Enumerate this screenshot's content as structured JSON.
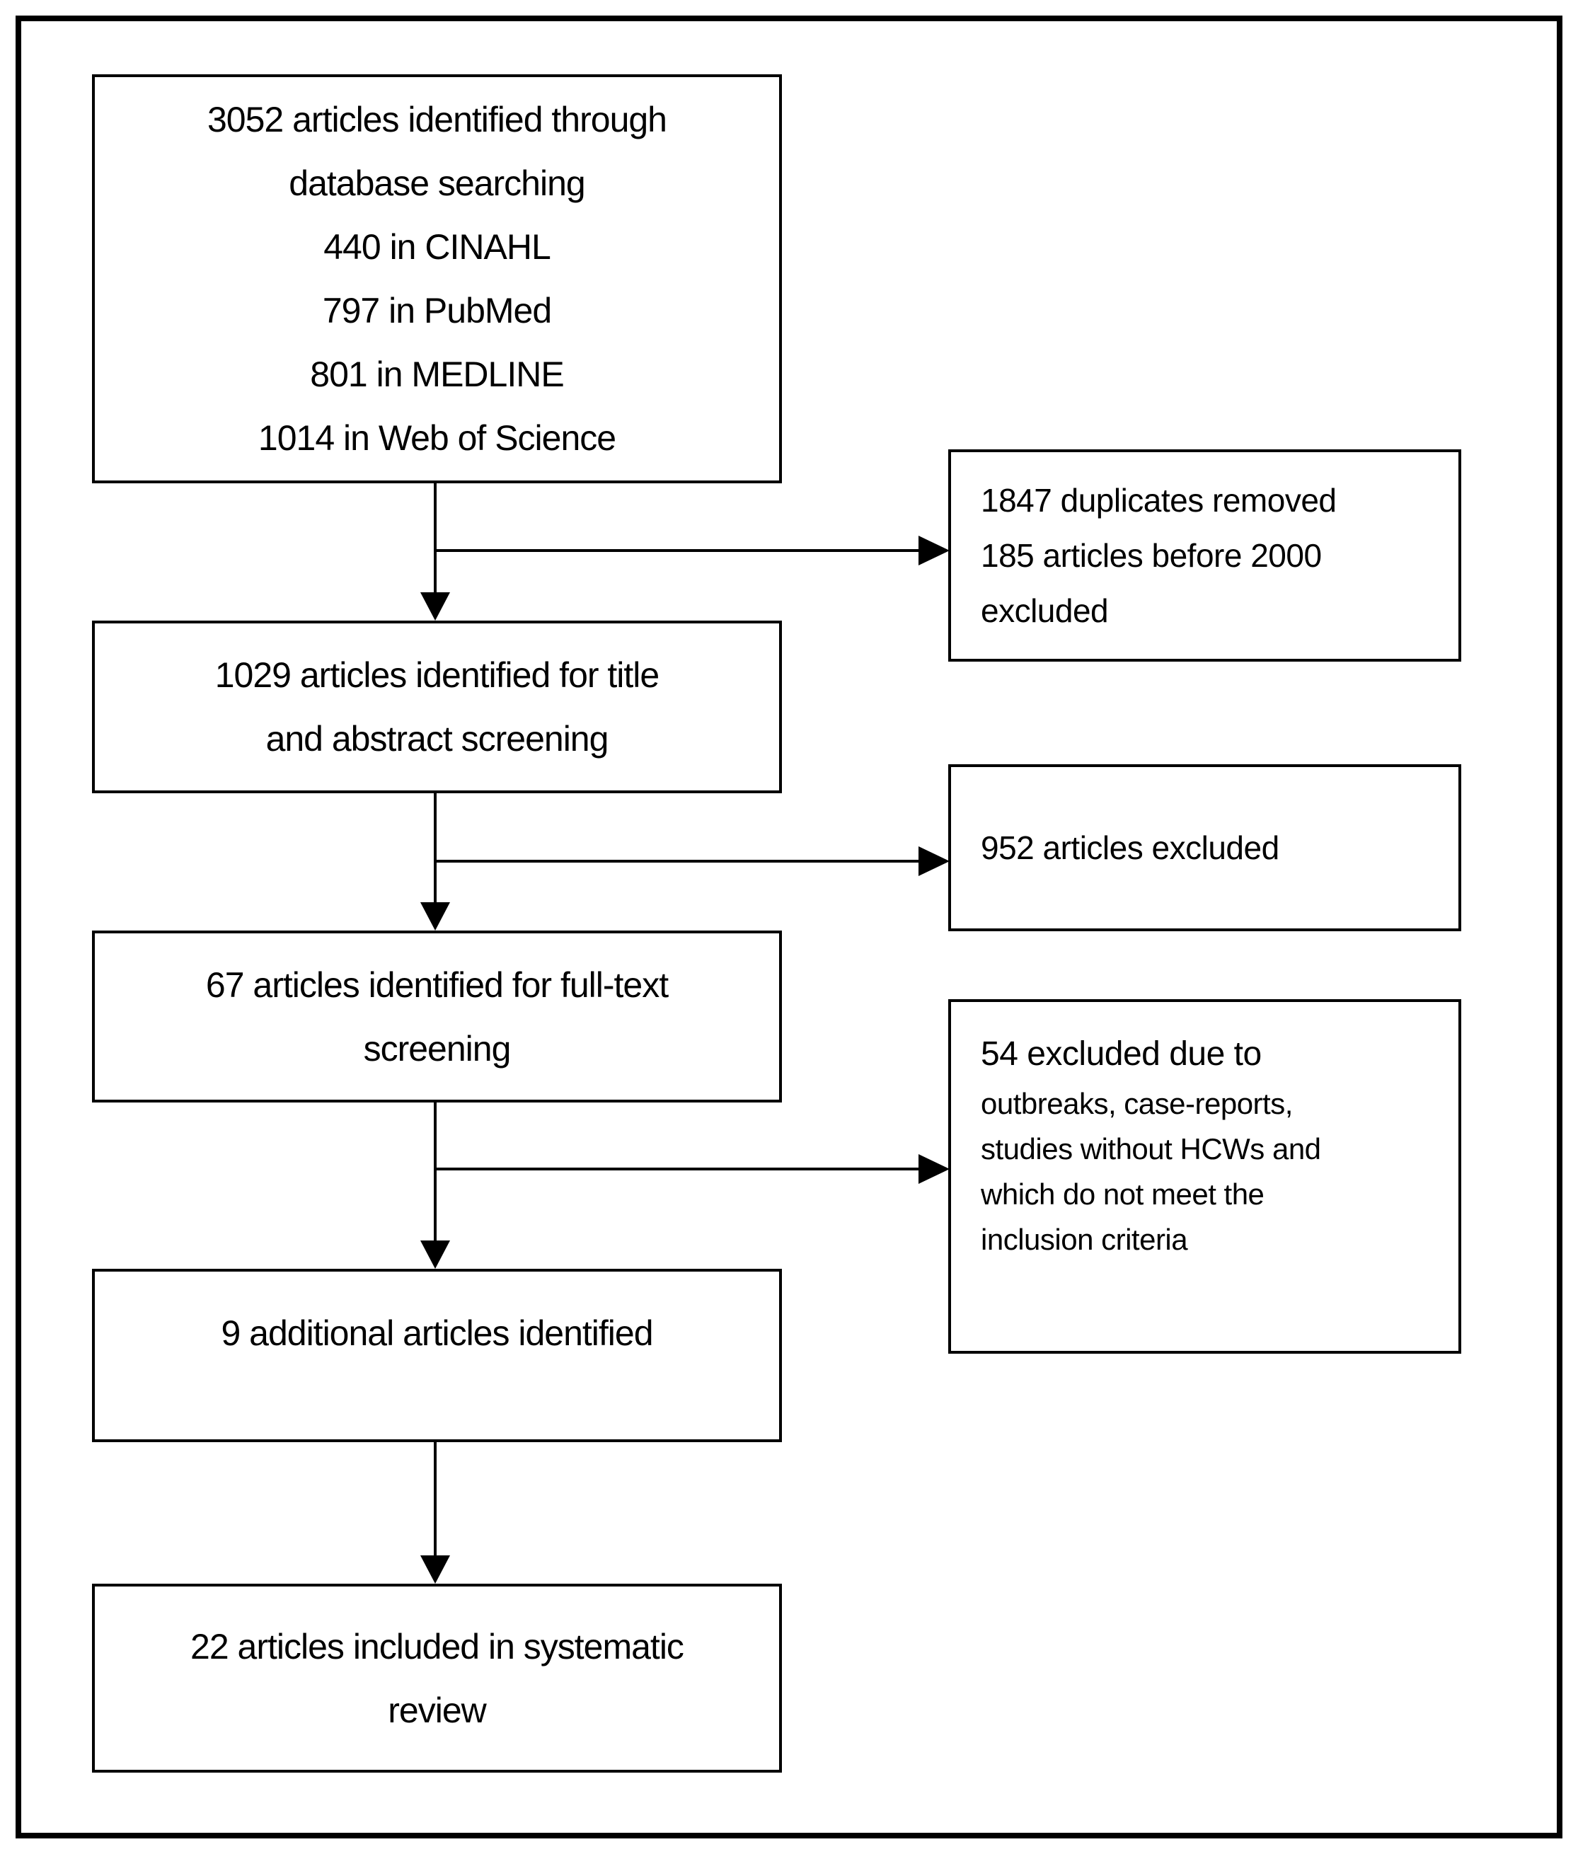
{
  "colors": {
    "border": "#000000",
    "text": "#000000",
    "background": "#ffffff"
  },
  "boxes": {
    "identification": {
      "lines": [
        "3052 articles identified through",
        "database searching",
        "440 in CINAHL",
        "797 in PubMed",
        "801 in MEDLINE",
        "1014 in Web of Science"
      ]
    },
    "duplicates_removed": {
      "lines": [
        "1847 duplicates removed",
        "185 articles before 2000",
        "excluded"
      ]
    },
    "title_abstract_screening": {
      "lines": [
        "1029 articles identified for title",
        "and abstract screening"
      ]
    },
    "articles_excluded": {
      "lines": [
        "952 articles excluded"
      ]
    },
    "full_text_screening": {
      "lines": [
        "67 articles identified for full-text",
        "screening"
      ]
    },
    "full_text_excluded": {
      "lead": "54 excluded due to",
      "lines": [
        "outbreaks, case-reports,",
        "studies without HCWs and",
        "which do not meet the",
        "inclusion criteria"
      ]
    },
    "additional_articles": {
      "lines": [
        "9 additional articles identified"
      ]
    },
    "included_in_review": {
      "lines": [
        "22 articles included in systematic",
        "review"
      ]
    }
  }
}
